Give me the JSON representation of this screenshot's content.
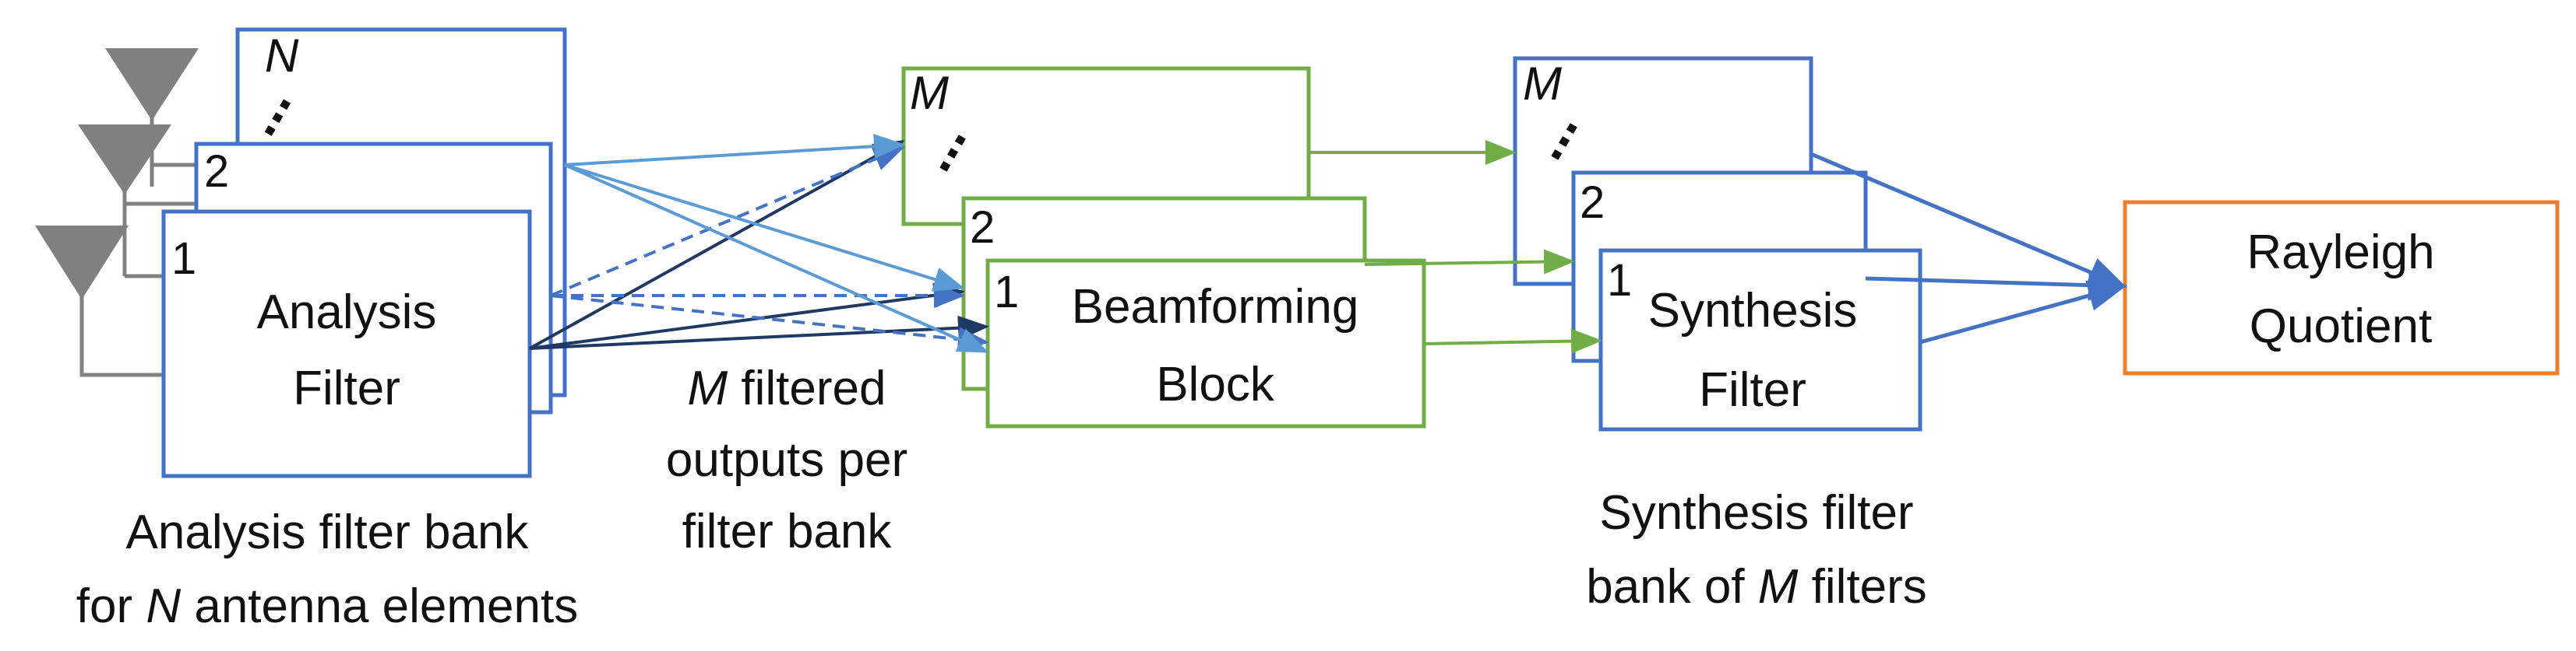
{
  "colors": {
    "analysis": "#4472C4",
    "beamforming": "#70AD47",
    "synthesis": "#4472C4",
    "rayleigh": "#ED7D31",
    "antenna": "#808080",
    "dark_arrow": "#1F3864",
    "light_arrow": "#5B9BD5"
  },
  "analysis_bank": {
    "block_label_line1": "Analysis",
    "block_label_line2": "Filter",
    "index_1": "1",
    "index_2": "2",
    "index_n": "N",
    "caption_line1": "Analysis filter bank",
    "caption_line2_pre": "for ",
    "caption_line2_var": "N",
    "caption_line2_post": " antenna elements"
  },
  "middle_caption": {
    "line1_var": "M",
    "line1_post": " filtered",
    "line2": "outputs per",
    "line3": "filter bank"
  },
  "beamforming_bank": {
    "block_label_line1": "Beamforming",
    "block_label_line2": "Block",
    "index_1": "1",
    "index_2": "2",
    "index_m": "M"
  },
  "synthesis_bank": {
    "block_label_line1": "Synthesis",
    "block_label_line2": "Filter",
    "index_1": "1",
    "index_2": "2",
    "index_m": "M",
    "caption_line1": "Synthesis filter",
    "caption_line2_pre": "bank of ",
    "caption_line2_var": "M",
    "caption_line2_post": " filters"
  },
  "rayleigh": {
    "label_line1": "Rayleigh",
    "label_line2": "Quotient"
  }
}
